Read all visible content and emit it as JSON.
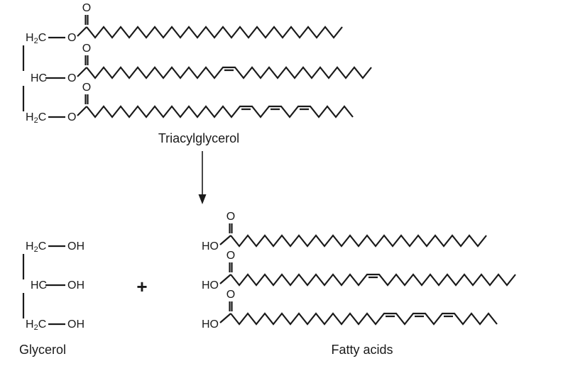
{
  "labels": {
    "reactant": "Triacylglycerol",
    "product_left": "Glycerol",
    "product_right": "Fatty acids",
    "plus": "+"
  },
  "atoms": {
    "h": "H",
    "sub2": "2",
    "c": "C",
    "hc": "HC",
    "o": "O",
    "oh": "OH",
    "ho": "HO"
  },
  "structure": {
    "line_color": "#1a1a1a",
    "chains": [
      {
        "name": "saturated-chain",
        "double_bonds": 0,
        "pattern": "sssssssssssssss",
        "tail": false
      },
      {
        "name": "monounsaturated-chain",
        "double_bonds": 1,
        "pattern": "ssssssssdssssssss",
        "tail": false
      },
      {
        "name": "polyunsaturated-chain",
        "double_bonds": 3,
        "pattern": "sssssssssdsdsdss",
        "tail": true
      }
    ]
  }
}
